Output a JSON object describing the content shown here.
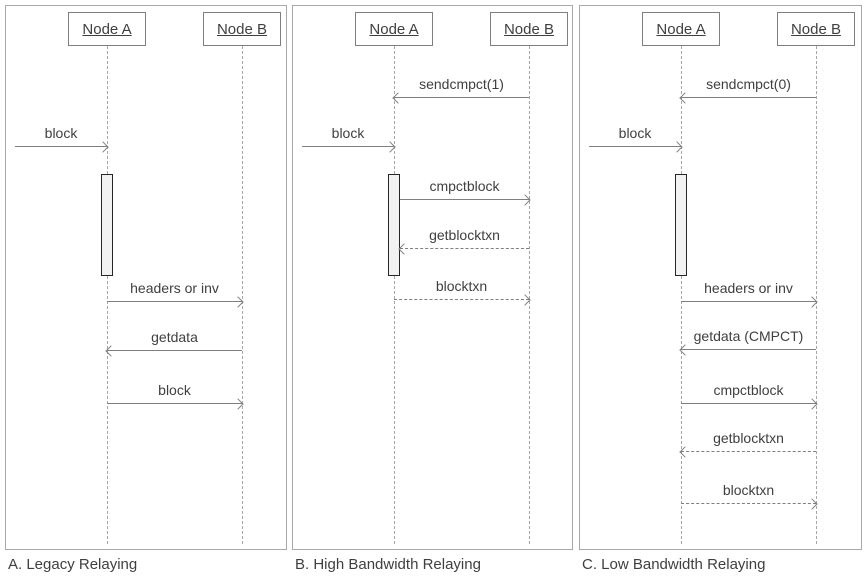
{
  "colors": {
    "background": "#ffffff",
    "panel_border": "#a9a9a9",
    "node_border": "#7f7f7f",
    "lifeline": "#a6a6a6",
    "arrow": "#7f7f7f",
    "text": "#3f3f3f",
    "activation_fill": "#f2f2f2",
    "activation_border": "#262626"
  },
  "panels": [
    {
      "caption": "A. Legacy Relaying",
      "node_a": "Node A",
      "node_b": "Node B",
      "messages": [
        {
          "label": "block",
          "from": "external",
          "to": "Node A",
          "line": "solid"
        },
        {
          "label": "headers or inv",
          "from": "Node A",
          "to": "Node B",
          "line": "solid"
        },
        {
          "label": "getdata",
          "from": "Node B",
          "to": "Node A",
          "line": "solid"
        },
        {
          "label": "block",
          "from": "Node A",
          "to": "Node B",
          "line": "solid"
        }
      ]
    },
    {
      "caption": "B. High Bandwidth Relaying",
      "node_a": "Node A",
      "node_b": "Node B",
      "messages": [
        {
          "label": "sendcmpct(1)",
          "from": "Node B",
          "to": "Node A",
          "line": "solid"
        },
        {
          "label": "block",
          "from": "external",
          "to": "Node A",
          "line": "solid"
        },
        {
          "label": "cmpctblock",
          "from": "Node A",
          "to": "Node B",
          "line": "solid"
        },
        {
          "label": "getblocktxn",
          "from": "Node B",
          "to": "Node A",
          "line": "dashed"
        },
        {
          "label": "blocktxn",
          "from": "Node A",
          "to": "Node B",
          "line": "dashed"
        }
      ]
    },
    {
      "caption": "C. Low Bandwidth Relaying",
      "node_a": "Node A",
      "node_b": "Node B",
      "messages": [
        {
          "label": "sendcmpct(0)",
          "from": "Node B",
          "to": "Node A",
          "line": "solid"
        },
        {
          "label": "block",
          "from": "external",
          "to": "Node A",
          "line": "solid"
        },
        {
          "label": "headers or inv",
          "from": "Node A",
          "to": "Node B",
          "line": "solid"
        },
        {
          "label": "getdata (CMPCT)",
          "from": "Node B",
          "to": "Node A",
          "line": "solid"
        },
        {
          "label": "cmpctblock",
          "from": "Node A",
          "to": "Node B",
          "line": "solid"
        },
        {
          "label": "getblocktxn",
          "from": "Node B",
          "to": "Node A",
          "line": "dashed"
        },
        {
          "label": "blocktxn",
          "from": "Node A",
          "to": "Node B",
          "line": "dashed"
        }
      ]
    }
  ]
}
